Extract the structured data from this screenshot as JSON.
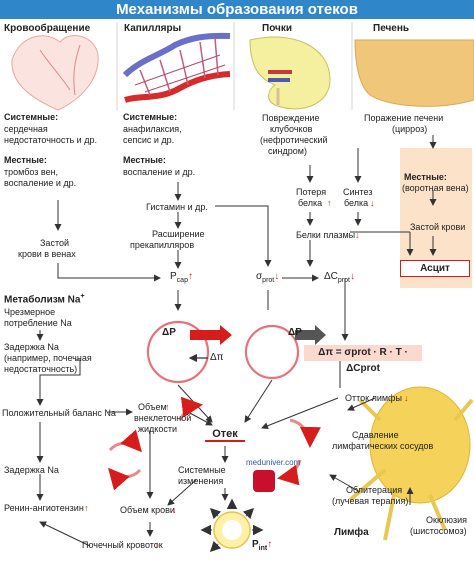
{
  "title": "Механизмы образования отеков",
  "columns": {
    "circ": "Кровообращение",
    "cap": "Капилляры",
    "kidney": "Почки",
    "liver": "Печень"
  },
  "circ": {
    "sys_h": "Системные:",
    "sys_t": [
      "сердечная",
      "недостаточность и др."
    ],
    "loc_h": "Местные:",
    "loc_t": [
      "тромбоз вен,",
      "воспаление и др."
    ],
    "stasis": [
      "Застой",
      "крови в венах"
    ]
  },
  "cap": {
    "sys_h": "Системные:",
    "sys_t": [
      "анафилаксия,",
      "сепсис и др."
    ],
    "loc_h": "Местные:",
    "loc_t": [
      "воспаление и др."
    ],
    "histamine": "Гистамин и др.",
    "dilation": [
      "Расширение",
      "прекапилляров"
    ]
  },
  "kidney": {
    "damage": [
      "Повреждение",
      "клубочков",
      "(нефротический",
      "синдром)"
    ],
    "loss": [
      "Потеря",
      "белка"
    ],
    "synth": [
      "Синтез",
      "белка"
    ],
    "plasma": "Белки плазмы"
  },
  "liver": {
    "damage": [
      "Поражение печени",
      "(цирроз)"
    ],
    "loc_h": "Местные:",
    "loc_t": "(воротная вена)",
    "stasis": "Застой крови",
    "ascites": "Асцит"
  },
  "pressure": {
    "pcap": "P",
    "pcap_sub": "cap",
    "sigma": "σ",
    "sigma_sub": "prot",
    "dc": "ΔC",
    "dc_sub": "prot",
    "dp": "ΔP",
    "dpi": "Δπ",
    "formula": "Δπ = σprot · R · T · ΔCprot"
  },
  "na": {
    "title": "Метаболизм Na",
    "sup": "+",
    "excess": [
      "Чрезмерное",
      "потребление Na"
    ],
    "retention": [
      "Задержка Na",
      "(например, почечная",
      "недостаточность)"
    ],
    "balance": "Положительный баланс Na",
    "retention2": "Задержка Na",
    "renin": "Ренин-ангиотензин",
    "blood_vol": "Объем крови",
    "renal_flow": "Почечный кровоток"
  },
  "center": {
    "ecf": [
      "Объем",
      "внеклеточной",
      "жидкости"
    ],
    "edema": "Отек",
    "sys_changes": [
      "Системные",
      "изменения"
    ],
    "pint": "P",
    "pint_sub": "int"
  },
  "lymph": {
    "outflow": "Отток лимфы",
    "compress": [
      "Сдавление",
      "лимфатических сосудов"
    ],
    "oblit": [
      "Облитерация",
      "(лучевая терапия)"
    ],
    "occl": [
      "Окклюзия",
      "(шистосомоз)"
    ],
    "title": "Лимфа"
  },
  "logo": "meduniver.com",
  "colors": {
    "title_bg": "#2f86c8",
    "accent_red": "#d71c1c",
    "box_bg": "#fde8da"
  }
}
